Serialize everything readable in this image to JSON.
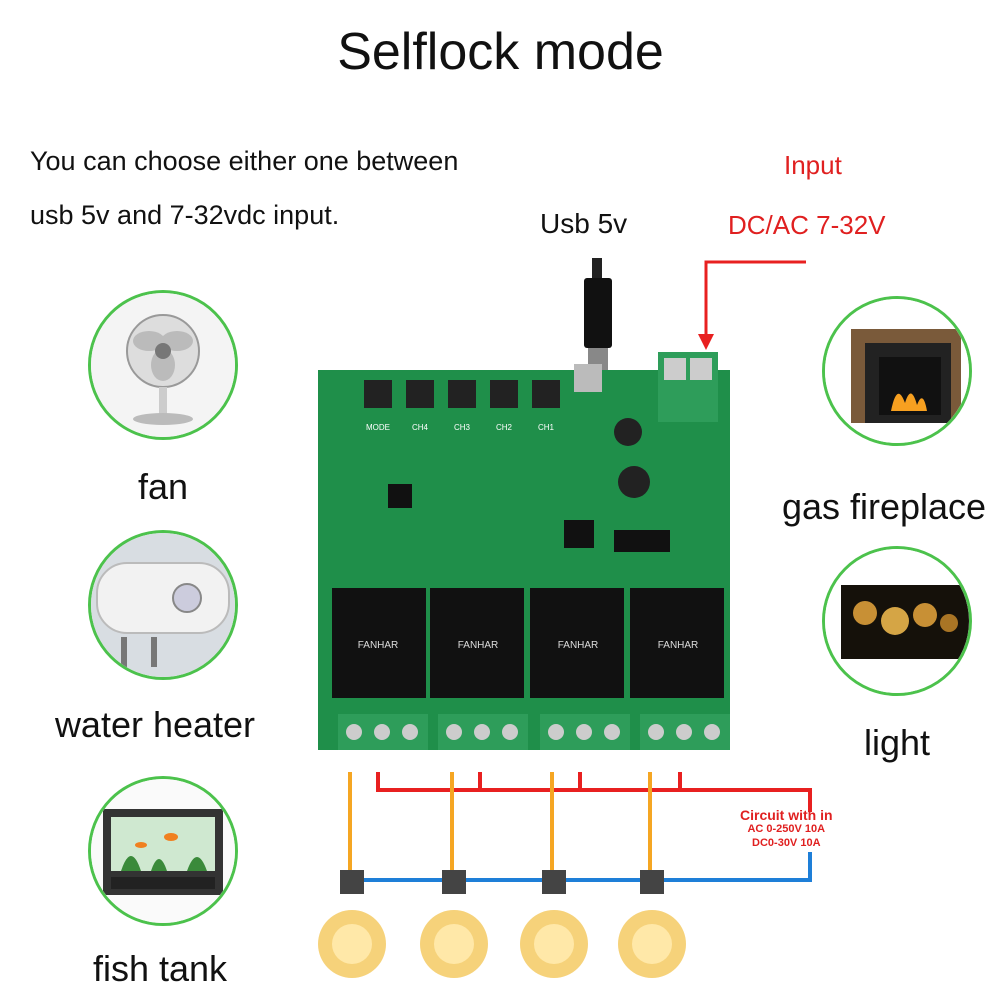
{
  "title": "Selflock mode",
  "intro": {
    "line1": "You can choose either one between",
    "line2": "usb 5v and 7-32vdc input."
  },
  "usb_label": "Usb 5v",
  "input_label": "Input",
  "dc_label": "DC/AC 7-32V",
  "devices": {
    "fan": "fan",
    "water_heater": "water heater",
    "fish_tank": "fish tank",
    "gas_fireplace": "gas fireplace",
    "light": "light"
  },
  "board_text": {
    "buttons": [
      "MODE",
      "CH4",
      "CH3",
      "CH2",
      "CH1"
    ],
    "relay_brand": "FANHAR"
  },
  "circuit_note": {
    "line1": "Circuit with in",
    "line2": "AC 0-250V 10A",
    "line3": "DC0-30V 10A"
  },
  "colors": {
    "accent_green": "#4cc24c",
    "wire_red": "#e82020",
    "wire_blue": "#1e7fd8",
    "wire_orange": "#f5a623",
    "pcb_green": "#1f8f4a"
  },
  "icons": [
    "usb-plug-icon",
    "arrow-down-icon",
    "fan-icon",
    "water-heater-icon",
    "fish-tank-icon",
    "fireplace-icon",
    "bulbs-icon",
    "light-bulb-icon"
  ]
}
